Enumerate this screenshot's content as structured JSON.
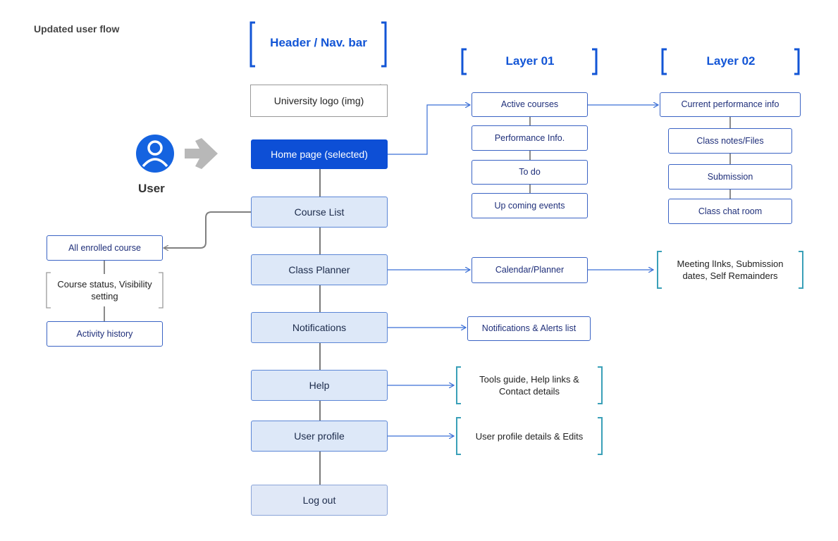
{
  "title": "Updated user flow",
  "user_label": "User",
  "headings": {
    "header": "Header / Nav. bar",
    "layer1": "Layer 01",
    "layer2": "Layer 02"
  },
  "logo": "University logo (img)",
  "nav": {
    "home": "Home page (selected)",
    "course_list": "Course List",
    "class_planner": "Class Planner",
    "notifications": "Notifications",
    "help": "Help",
    "user_profile": "User profile",
    "log_out": "Log out"
  },
  "layer1": {
    "active_courses": "Active courses",
    "performance_info": "Performance Info.",
    "to_do": "To do",
    "upcoming_events": "Up coming events",
    "calendar": "Calendar/Planner",
    "notifications_list": "Notifications & Alerts list",
    "tools_guide": "Tools guide, Help links & Contact details",
    "profile_details": "User profile details & Edits"
  },
  "layer2": {
    "current_performance": "Current performance info",
    "class_notes": "Class notes/Files",
    "submission": "Submission",
    "chat_room": "Class chat room",
    "meeting_links": "Meeting lInks, Submission dates, Self Remainders"
  },
  "course_branch": {
    "all_enrolled": "All enrolled course",
    "course_status": "Course status, Visibility setting",
    "activity_history": "Activity history"
  },
  "colors": {
    "accent": "#0d4fd6",
    "nav_fill": "#dde8f8",
    "bracket_teal": "#3aa0b8",
    "connector_blue": "#3a6fd6",
    "connector_gray": "#8a8a8a"
  }
}
